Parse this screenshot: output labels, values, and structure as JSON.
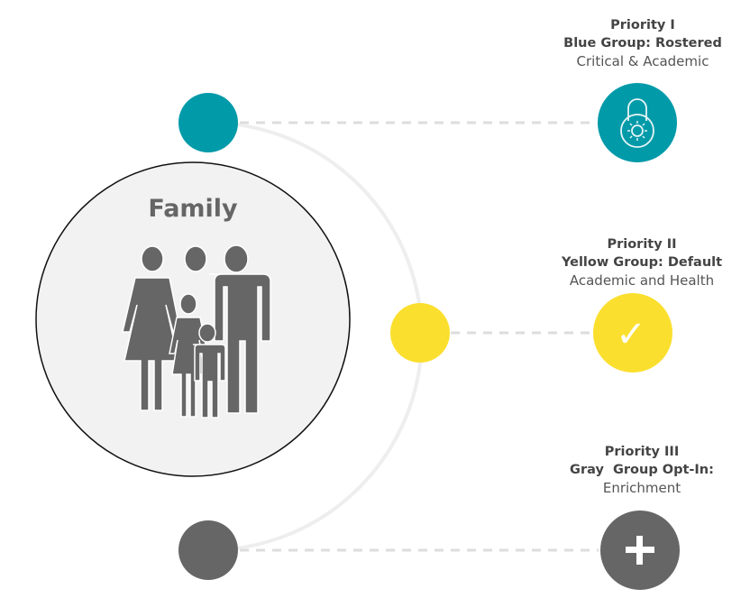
{
  "family": {
    "title": "Family",
    "icon": "family-icon"
  },
  "priorities": [
    {
      "level": "Priority I",
      "group": "Blue Group: Rostered",
      "desc": "Critical & Academic",
      "icon": "lock-icon",
      "color": "#009aa9"
    },
    {
      "level": "Priority II",
      "group": "Yellow Group: Default",
      "desc": "Academic and Health",
      "icon": "checkmark-icon",
      "color": "#fbdf2e",
      "glyph": "✓"
    },
    {
      "level": "Priority III",
      "group": "Gray  Group Opt-In:",
      "desc": "Enrichment",
      "icon": "plus-icon",
      "color": "#666666"
    }
  ]
}
